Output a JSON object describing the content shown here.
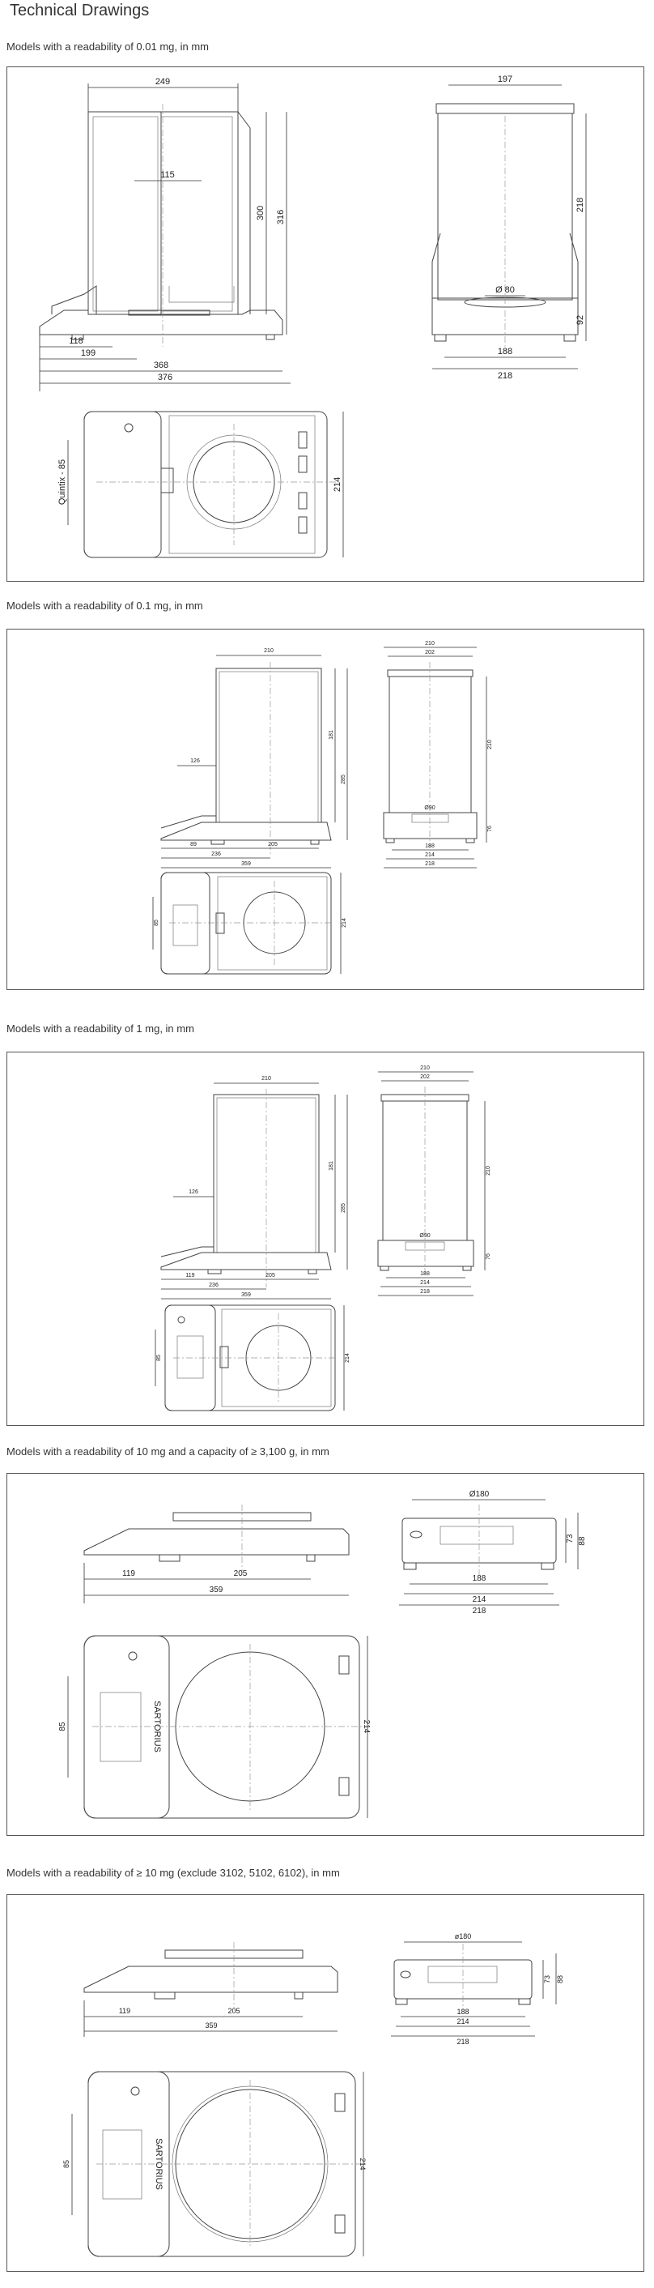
{
  "page": {
    "title": "Technical Drawings"
  },
  "sections": [
    {
      "title": "Models with a readability of 0.01 mg, in mm",
      "front": {
        "top_width": "249",
        "inner_width": "115",
        "height_inner": "300",
        "height_total": "316",
        "d1": "118",
        "d2": "199",
        "d3": "368",
        "d4": "376"
      },
      "side": {
        "top": "197",
        "h1": "218",
        "h2": "92",
        "pan": "Ø 80",
        "b1": "188",
        "b2": "218"
      },
      "top": {
        "depth_label": "Quintix - 85",
        "width": "214"
      }
    },
    {
      "title": "Models with a readability of 0.1 mg, in mm",
      "front": {
        "top_width": "210",
        "left": "126",
        "height_inner": "181",
        "height_total": "285",
        "d1": "89",
        "d2": "205",
        "d3": "236",
        "d4": "359"
      },
      "side": {
        "t1": "210",
        "t2": "202",
        "h1": "210",
        "h2": "76",
        "pan": "Ø90",
        "b1": "188",
        "b2": "214",
        "b3": "218"
      },
      "top": {
        "depth_label": "85",
        "width": "214"
      }
    },
    {
      "title": "Models with a readability of 1 mg, in mm",
      "front": {
        "top_width": "210",
        "left": "126",
        "height_inner": "181",
        "height_total": "285",
        "d1": "119",
        "d2": "205",
        "d3": "236",
        "d4": "359"
      },
      "side": {
        "t1": "210",
        "t2": "202",
        "h1": "210",
        "h2": "76",
        "pan": "Ø90",
        "b1": "188",
        "b2": "214",
        "b3": "218"
      },
      "top": {
        "depth_label": "85",
        "width": "214"
      }
    },
    {
      "title": "Models with a readability of 10 mg and a capacity of ≥ 3,100 g, in mm",
      "front": {
        "d1": "119",
        "d2": "205",
        "d3": "359"
      },
      "side": {
        "pan": "Ø180",
        "h1": "73",
        "h2": "88",
        "b1": "188",
        "b2": "214",
        "b3": "218"
      },
      "top": {
        "depth_label": "85",
        "width": "214",
        "brand": "SARTORIUS"
      }
    },
    {
      "title": "Models with a readability of ≥ 10 mg (exclude 3102, 5102, 6102), in mm",
      "front": {
        "d1": "119",
        "d2": "205",
        "d3": "359"
      },
      "side": {
        "pan": "ø180",
        "h1": "73",
        "h2": "88",
        "b1": "188",
        "b2": "214",
        "b3": "218"
      },
      "top": {
        "depth_label": "85",
        "width": "214",
        "brand": "SARTORIUS"
      }
    }
  ]
}
